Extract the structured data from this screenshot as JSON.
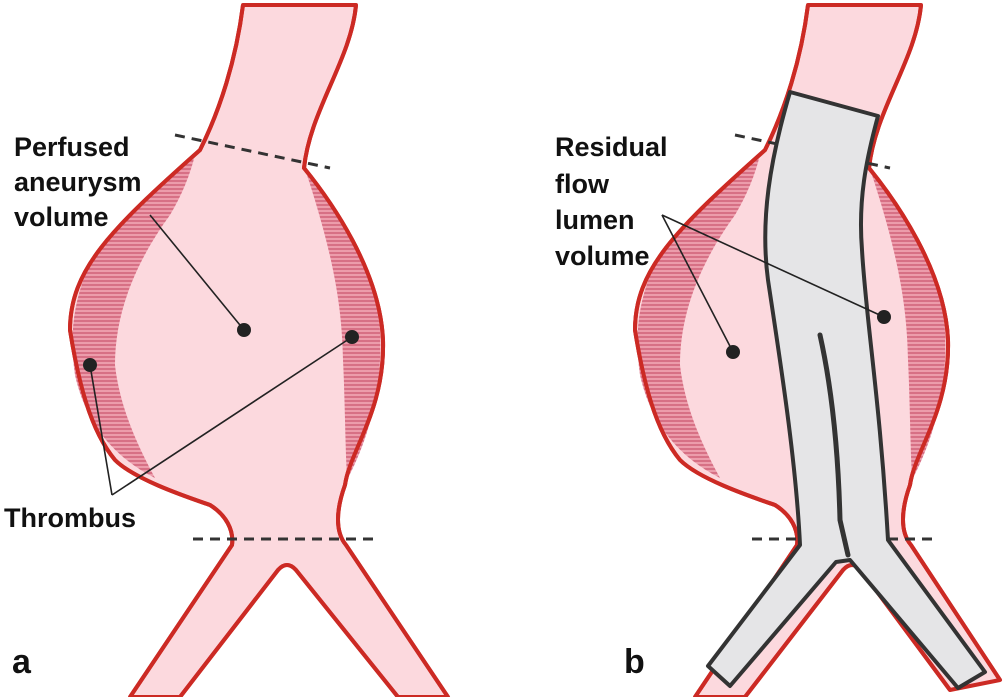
{
  "panel_a": {
    "letter": "a",
    "label_perfused": [
      "Perfused",
      "aneurysm",
      "volume"
    ],
    "label_thrombus": "Thrombus"
  },
  "panel_b": {
    "letter": "b",
    "label_residual": [
      "Residual",
      "flow",
      "lumen",
      "volume"
    ]
  },
  "colors": {
    "vessel_wall": "#cc2a24",
    "lumen_fill": "#fcd9de",
    "thrombus_fill": "#e07a8e",
    "stent_fill": "#e5e5e7",
    "stent_outline": "#333333",
    "line": "#222222"
  }
}
